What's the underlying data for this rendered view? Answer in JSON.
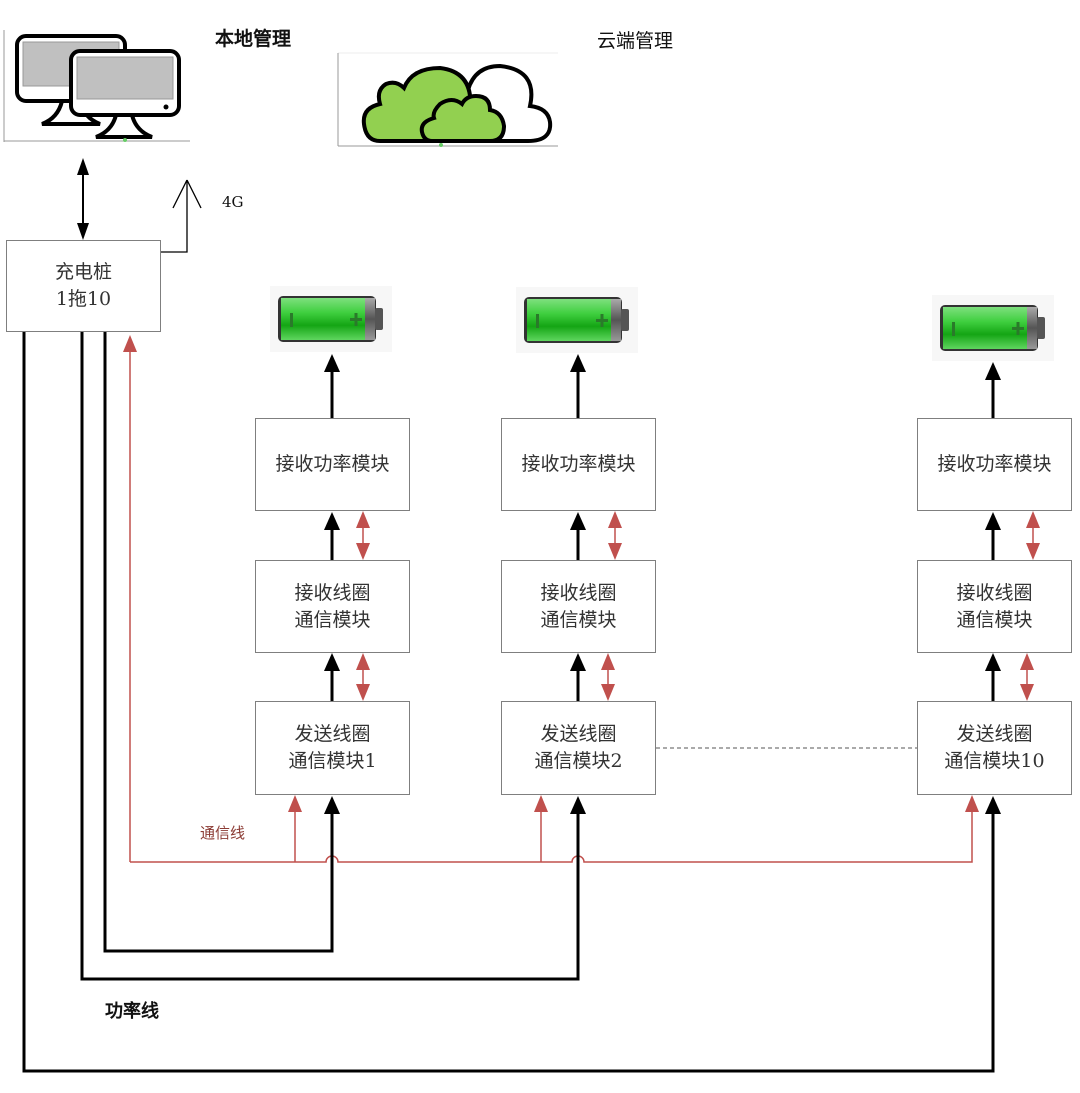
{
  "labels": {
    "local_management": "本地管理",
    "cloud_management": "云端管理",
    "network_4g": "4G",
    "comm_line": "通信线",
    "power_line": "功率线"
  },
  "charger": {
    "label": "充电桩\n1拖10"
  },
  "channels": [
    {
      "receive_power": "接收功率模块",
      "receive_coil": "接收线圈\n通信模块",
      "transmit_coil": "发送线圈\n通信模块1"
    },
    {
      "receive_power": "接收功率模块",
      "receive_coil": "接收线圈\n通信模块",
      "transmit_coil": "发送线圈\n通信模块2"
    },
    {
      "receive_power": "接收功率模块",
      "receive_coil": "接收线圈\n通信模块",
      "transmit_coil": "发送线圈\n通信模块10"
    }
  ],
  "icons": {
    "local": "desktop-computers-icon",
    "cloud": "cloud-icon",
    "battery": "battery-icon",
    "antenna": "antenna-icon"
  },
  "colors": {
    "power_line": "#000000",
    "comm_line": "#c0504d",
    "cloud_green": "#92d050",
    "battery_green": "#22c022",
    "box_border": "#7f7f7f"
  }
}
